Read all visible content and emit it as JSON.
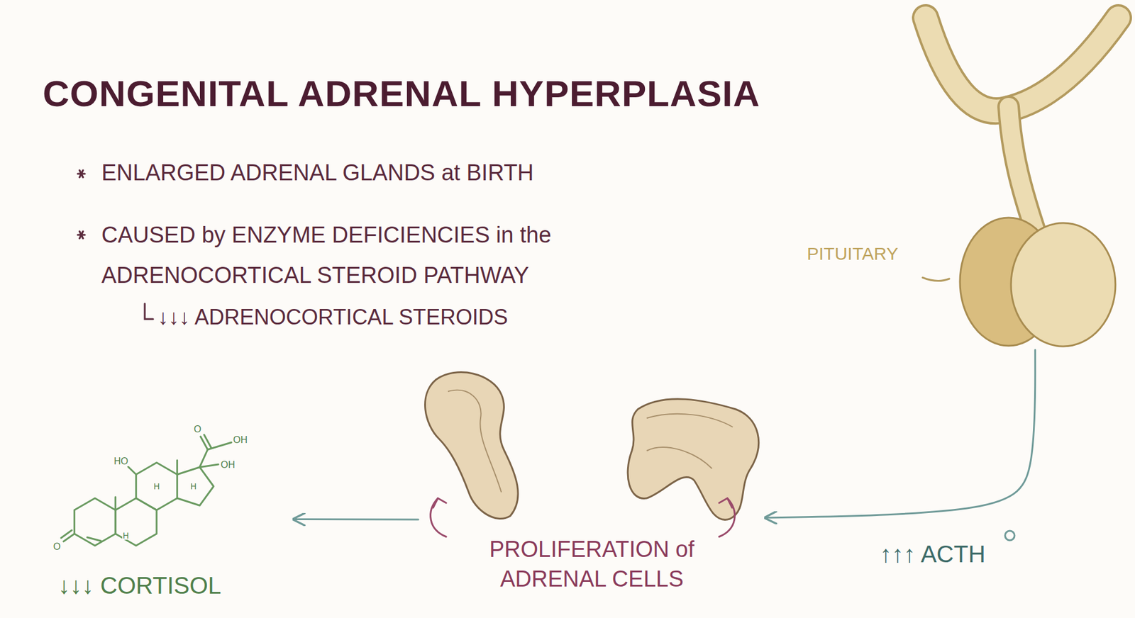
{
  "diagram": {
    "title": "CONGENITAL ADRENAL HYPERPLASIA",
    "nodes": [
      {
        "text": [
          "PITUITARY"
        ]
      },
      {
        "text": [
          "PROLIFERATION of ADRENAL CELLS"
        ]
      },
      {
        "text": [
          "↓↓↓ CORTISOL"
        ]
      }
    ],
    "edges": [
      {
        "from": 0,
        "to": 1,
        "arrow": "to",
        "label": "↑↑↑ ACTH"
      },
      {
        "from": 1,
        "to": 2,
        "arrow": "to"
      }
    ],
    "labels": [
      "ENLARGED ADRENAL GLANDS at BIRTH",
      "CAUSED by ENZYME DEFICIENCIES in the ADRENOCORTICAL STEROID PATHWAY",
      "↓↓↓ ADRENOCORTICAL STEROIDS",
      "HO",
      "O",
      "OH",
      "OH",
      "O",
      "H",
      "H",
      "H"
    ]
  }
}
